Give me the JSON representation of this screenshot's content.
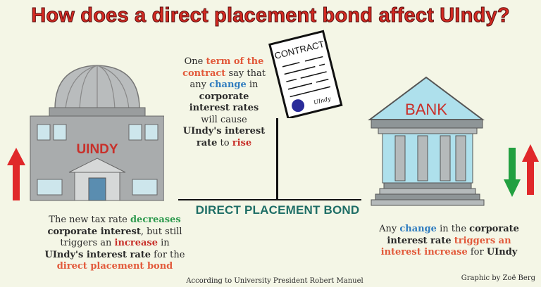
{
  "title": "How does a direct placement bond affect UIndy?",
  "uindy_label": "UINDY",
  "bank_label": "BANK",
  "contract": {
    "heading": "CONTRACT",
    "signature": "UIndy"
  },
  "bond_label": "DIRECT PLACEMENT BOND",
  "center_text": {
    "s1": "One ",
    "s2": "term of the contract",
    "s3": " say that any ",
    "s4": "change",
    "s5": " in ",
    "s6": "corporate interest rates",
    "s7": " will cause ",
    "s8": "UIndy's interest rate",
    "s9": " to ",
    "s10": "rise"
  },
  "left_text": {
    "s1": "The new tax rate ",
    "s2": "decreases",
    "s3": " ",
    "s4": "corporate interest",
    "s5": ", but still triggers an ",
    "s6": "increase",
    "s7": " in ",
    "s8": "UIndy's interest rate",
    "s9": " for the ",
    "s10": "direct placement bond"
  },
  "right_text": {
    "s1": "Any ",
    "s2": "change",
    "s3": " in the ",
    "s4": "corporate interest rate",
    "s5": " ",
    "s6": "triggers an interest increase",
    "s7": " for ",
    "s8": "UIndy"
  },
  "source": "According to University President Robert Manuel",
  "credit": "Graphic by Zoë Berg",
  "colors": {
    "title": "#d42a22",
    "orange": "#e2593a",
    "blue": "#2f7cbf",
    "red": "#c8302a",
    "green": "#2e9a4e",
    "teal": "#1e6e66"
  }
}
